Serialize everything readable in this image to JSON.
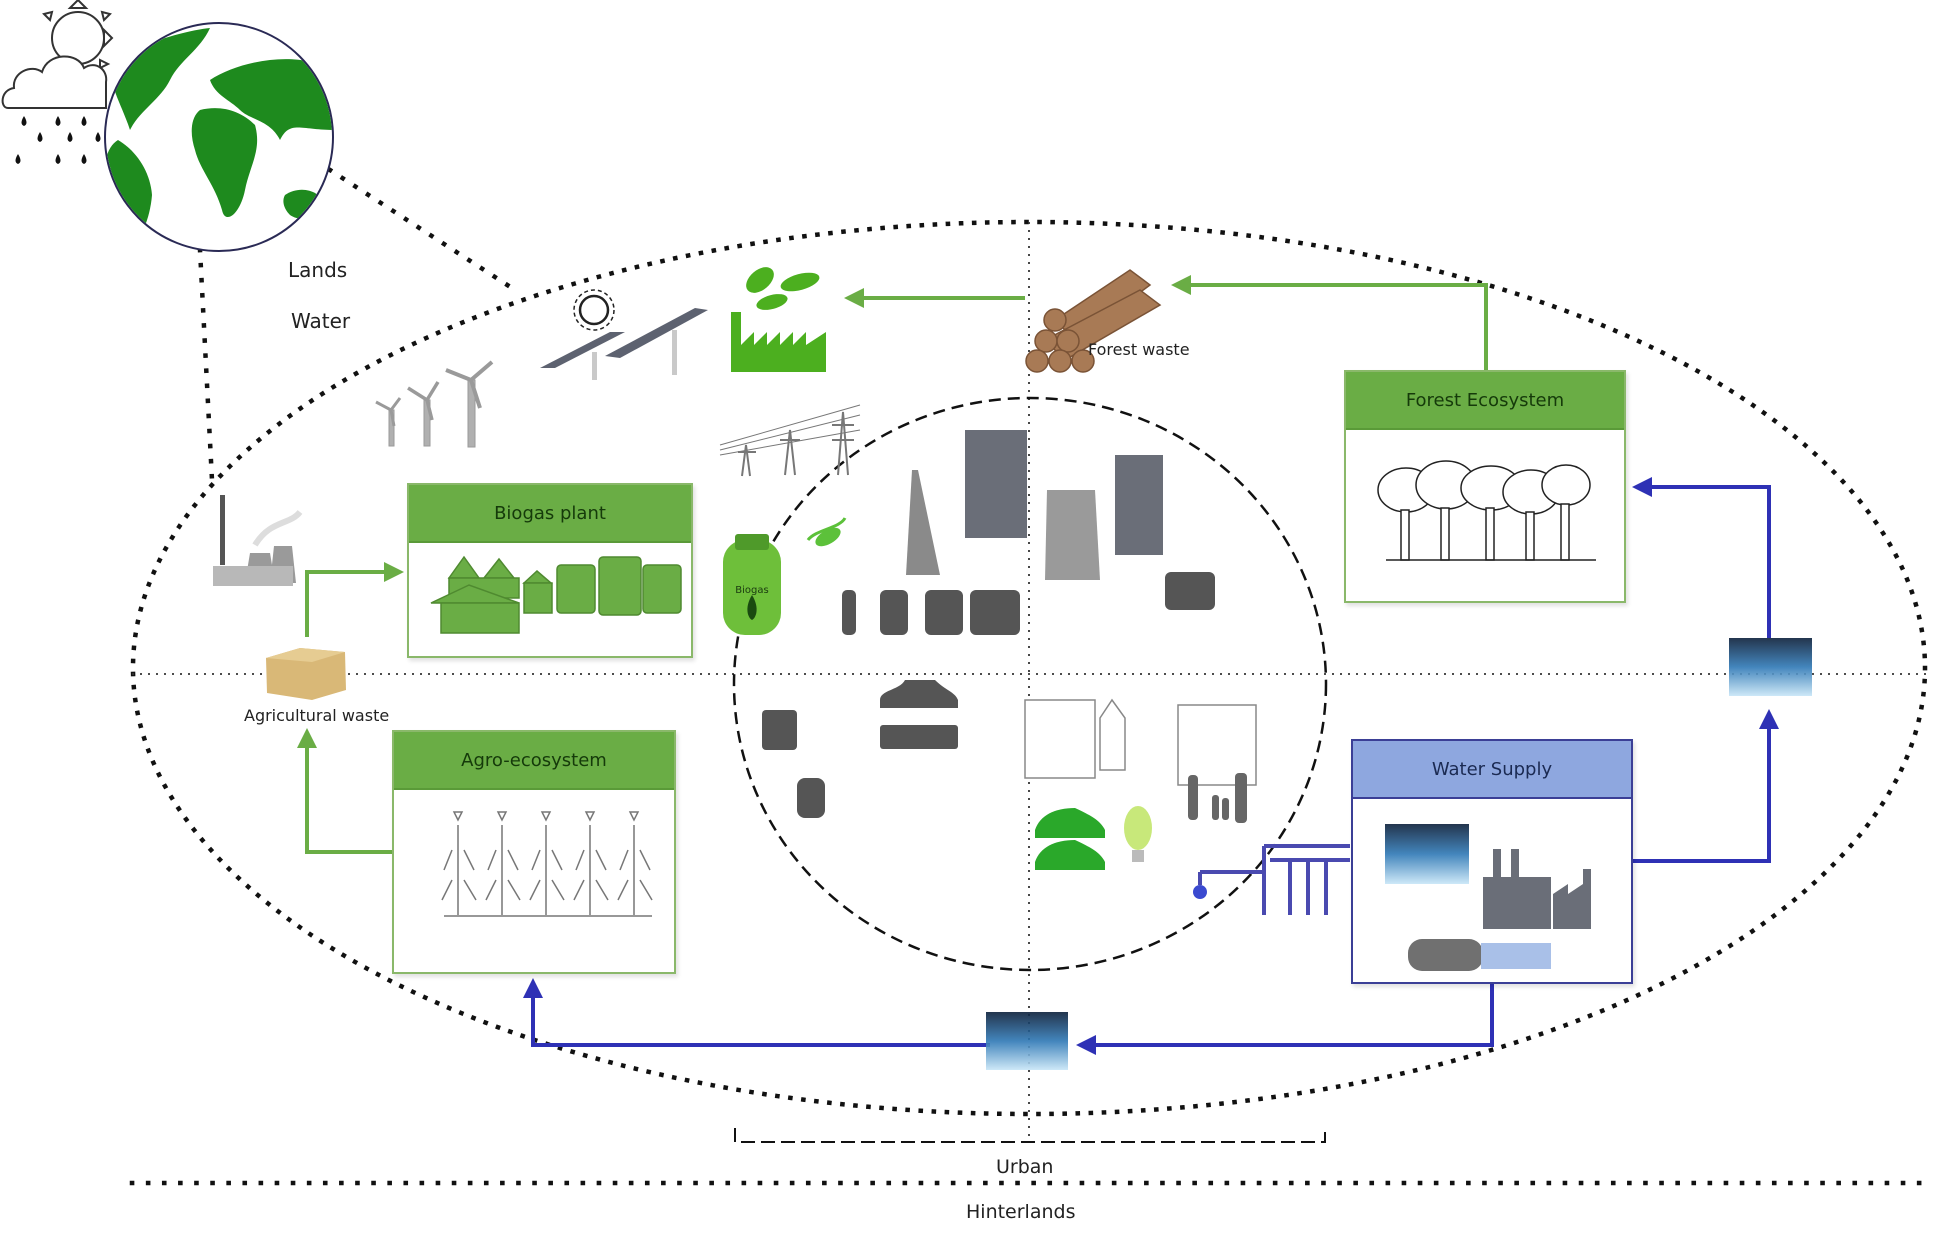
{
  "diagram": {
    "type": "urban-hinterland resource flow diagram",
    "colors": {
      "green_flow": "#6aad45",
      "blue_flow": "#2e31b5",
      "green_header": "#6aad45",
      "blue_header": "#8ea7df",
      "boundary": "#111111"
    },
    "earth": {
      "labels": [
        "Lands",
        "Water"
      ],
      "icons": [
        "globe-icon",
        "sun-icon",
        "rain-cloud-icon"
      ]
    },
    "boxes": {
      "biogas_plant": {
        "title": "Biogas plant",
        "icon": "biogas-tanks-icon"
      },
      "agro_ecosystem": {
        "title": "Agro-ecosystem",
        "icon": "corn-crops-icon"
      },
      "forest_ecosystem": {
        "title": "Forest Ecosystem",
        "icon": "forest-trees-icon"
      },
      "water_supply": {
        "title": "Water Supply",
        "icon": "water-industry-pipe-icon"
      }
    },
    "labels": {
      "forest_waste": "Forest waste",
      "agricultural_waste": "Agricultural waste",
      "biogas_tank": "Biogas",
      "urban": "Urban",
      "hinterlands": "Hinterlands"
    },
    "renewables": [
      "wind-turbines-icon",
      "solar-panels-icon",
      "green-factory-icon",
      "power-lines-icon",
      "power-plant-icon"
    ],
    "urban_elements": [
      "skyscrapers-icon",
      "people-icon",
      "car-icon",
      "bus-icon",
      "train-icon",
      "houses-icon",
      "family-icon",
      "electric-cars-icon",
      "eco-bulb-icon",
      "ev-plug-icon",
      "water-pipes-icon"
    ],
    "flows": [
      {
        "from": "Forest Ecosystem",
        "to": "Forest waste",
        "kind": "green"
      },
      {
        "from": "Forest waste",
        "to": "Green factory",
        "kind": "green"
      },
      {
        "from": "Agro-ecosystem",
        "to": "Agricultural waste",
        "kind": "green"
      },
      {
        "from": "Agricultural waste",
        "to": "Biogas plant",
        "kind": "green"
      },
      {
        "from": "Water Supply",
        "to": "Water body (right)",
        "kind": "blue"
      },
      {
        "from": "Water body (right)",
        "to": "Forest Ecosystem",
        "kind": "blue"
      },
      {
        "from": "Water Supply",
        "to": "Water body (bottom)",
        "kind": "blue"
      },
      {
        "from": "Water body (bottom)",
        "to": "Agro-ecosystem",
        "kind": "blue"
      },
      {
        "from": "Water Supply",
        "to": "Urban pipes",
        "kind": "blue"
      }
    ]
  }
}
